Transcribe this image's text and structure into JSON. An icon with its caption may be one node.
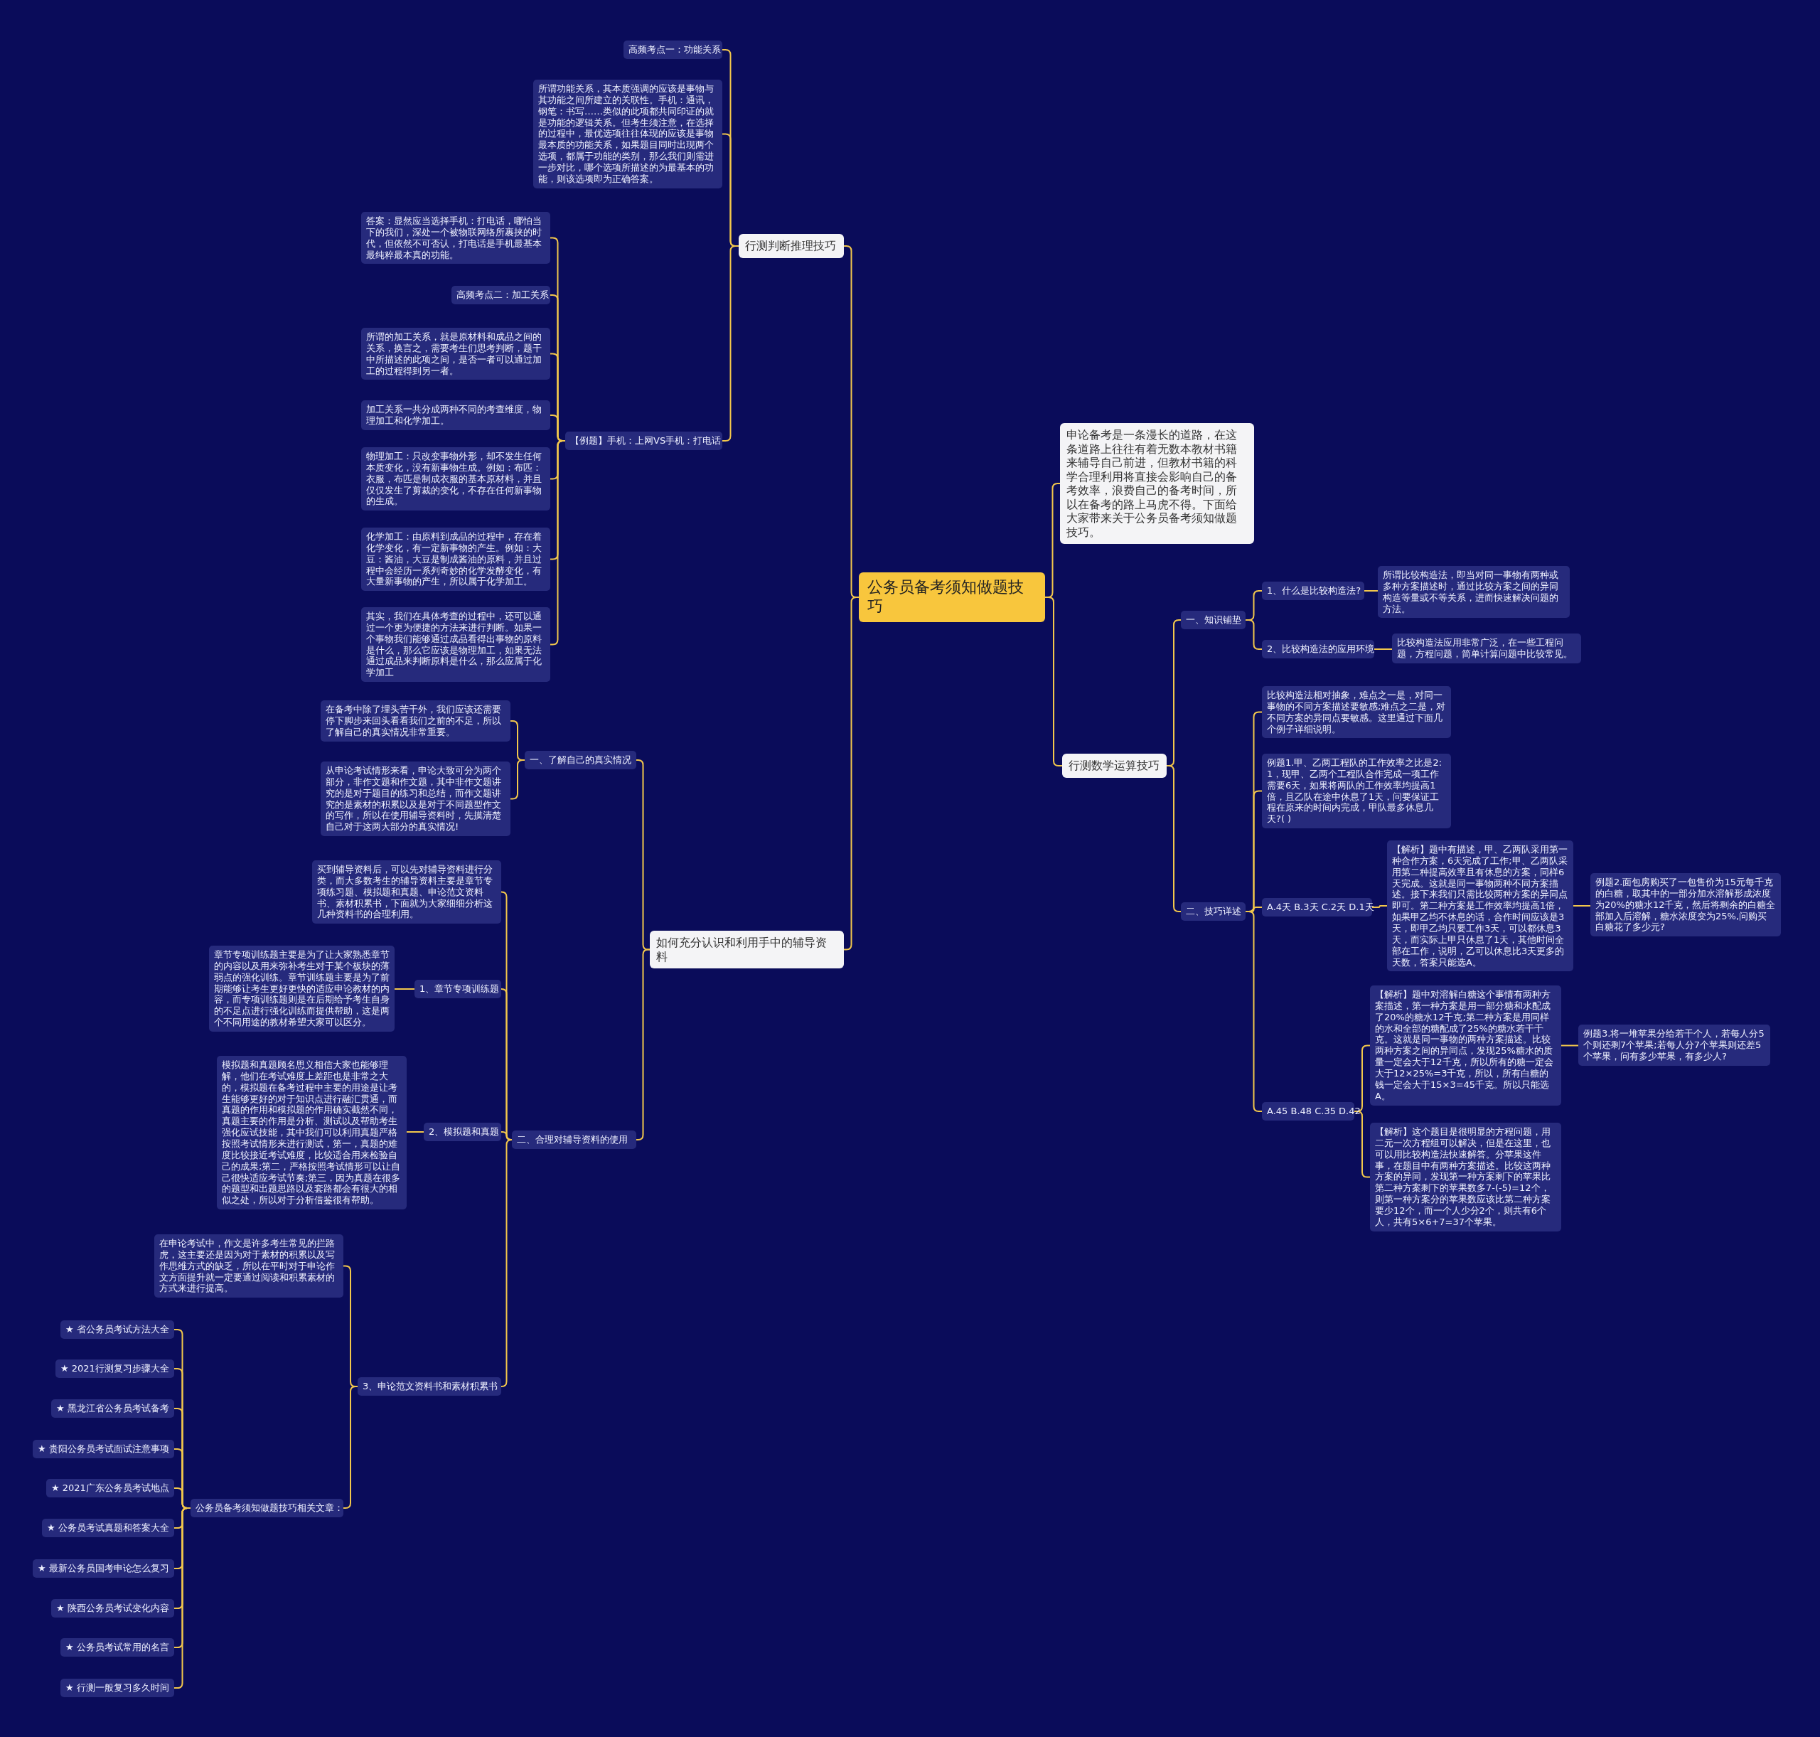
{
  "diagram": {
    "nodes": [
      {
        "text": [
          "公务员备考须知做题技巧"
        ]
      },
      {
        "text": [
          "行测判断推理技巧"
        ]
      },
      {
        "text": [
          "高频考点一：功能关系"
        ]
      },
      {
        "text": [
          "所谓功能关系，其本质强调的应该是事物与其功能之间所建立的关联性。手机：通讯，钢笔：书写……类似的此项都共同印证的就是功能的逻辑关系。但考生须注意，在选择的过程中，最优选项往往体现的应该是事物最本质的功能关系，如果题目同时出现两个选项，都属于功能的类别，那么我们则需进一步对比，哪个选项所描述的为最基本的功能，则该选项即为正确答案。"
        ]
      },
      {
        "text": [
          "【例题】手机：上网VS手机：打电话"
        ]
      },
      {
        "text": [
          "答案：显然应当选择手机：打电话，哪怕当下的我们，深处一个被物联网络所裹挟的时代，但依然不可否认，打电话是手机最基本最纯粹最本真的功能。"
        ]
      },
      {
        "text": [
          "高频考点二：加工关系"
        ]
      },
      {
        "text": [
          "所谓的加工关系，就是原材料和成品之间的关系，换言之，需要考生们思考判断，题干中所描述的此项之间，是否一者可以通过加工的过程得到另一者。"
        ]
      },
      {
        "text": [
          "加工关系一共分成两种不同的考查维度，物理加工和化学加工。"
        ]
      },
      {
        "text": [
          "物理加工：只改变事物外形，却不发生任何本质变化，没有新事物生成。例如：布匹：衣服，布匹是制成衣服的基本原材料，并且仅仅发生了剪裁的变化，不存在任何新事物的生成。"
        ]
      },
      {
        "text": [
          "化学加工：由原料到成品的过程中，存在着化学变化，有一定新事物的产生。例如：大豆：酱油，大豆是制成酱油的原料，并且过程中会经历一系列奇妙的化学发酵变化，有大量新事物的产生，所以属于化学加工。"
        ]
      },
      {
        "text": [
          "其实，我们在具体考查的过程中，还可以通过一个更为便捷的方法来进行判断。如果一个事物我们能够通过成品看得出事物的原料是什么，那么它应该是物理加工，如果无法通过成品来判断原料是什么，那么应属于化学加工"
        ]
      },
      {
        "text": [
          "申论备考是一条漫长的道路，在这条道路上往往有着无数本教材书籍来辅导自己前进，但教材书籍的科学合理利用将直接会影响自己的备考效率，浪费自己的备考时间，所以在备考的路上马虎不得。下面给大家带来关于公务员备考须知做题技巧。"
        ]
      },
      {
        "text": [
          "行测数学运算技巧"
        ]
      },
      {
        "text": [
          "一、知识铺垫"
        ]
      },
      {
        "text": [
          "1、什么是比较构造法?"
        ]
      },
      {
        "text": [
          "所谓比较构造法，即当对同一事物有两种或多种方案描述时，通过比较方案之间的异同构造等量或不等关系，进而快速解决问题的方法。"
        ]
      },
      {
        "text": [
          "2、比较构造法的应用环境"
        ]
      },
      {
        "text": [
          "比较构造法应用非常广泛，在一些工程问题，方程问题，简单计算问题中比较常见。"
        ]
      },
      {
        "text": [
          "二、技巧详述"
        ]
      },
      {
        "text": [
          "比较构造法相对抽象，难点之一是，对同一事物的不同方案描述要敏感;难点之二是，对不同方案的异同点要敏感。这里通过下面几个例子详细说明。"
        ]
      },
      {
        "text": [
          "例题1.甲、乙两工程队的工作效率之比是2:1，现甲、乙两个工程队合作完成一项工作需要6天，如果将两队的工作效率均提高1倍，且乙队在途中休息了1天，问要保证工程在原来的时间内完成，甲队最多休息几天?( )"
        ]
      },
      {
        "text": [
          "A.4天 B.3天 C.2天 D.1天"
        ]
      },
      {
        "text": [
          "【解析】题中有描述，甲、乙两队采用第一种合作方案，6天完成了工作;甲、乙两队采用第二种提高效率且有休息的方案，同样6天完成。这就是同一事物两种不同方案描述。接下来我们只需比较两种方案的异同点即可。第二种方案是工作效率均提高1倍，如果甲乙均不休息的话，合作时间应该是3天，即甲乙均只要工作3天，可以都休息3天，而实际上甲只休息了1天，其他时间全部在工作，说明，乙可以休息比3天更多的天数，答案只能选A。"
        ]
      },
      {
        "text": [
          "例题2.面包房购买了一包售价为15元每千克的白糖，取其中的一部分加水溶解形成浓度为20%的糖水12千克，然后将剩余的白糖全部加入后溶解，糖水浓度变为25%,问购买白糖花了多少元?"
        ]
      },
      {
        "text": [
          "A.45 B.48 C.35 D.42"
        ]
      },
      {
        "text": [
          "【解析】题中对溶解白糖这个事情有两种方案描述，第一种方案是用一部分糖和水配成了20%的糖水12千克;第二种方案是用同样的水和全部的糖配成了25%的糖水若干千克。这就是同一事物的两种方案描述。比较两种方案之间的异同点，发现25%糖水的质量一定会大于12千克，所以所有的糖一定会大于12×25%=3千克，所以，所有白糖的钱一定会大于15×3=45千克。所以只能选A。"
        ]
      },
      {
        "text": [
          "例题3.将一堆苹果分给若干个人，若每人分5个则还剩7个苹果;若每人分7个苹果则还差5个苹果，问有多少苹果，有多少人?"
        ]
      },
      {
        "text": [
          "【解析】这个题目是很明显的方程问题，用二元一次方程组可以解决，但是在这里，也可以用比较构造法快速解答。分苹果这件事，在题目中有两种方案描述。比较这两种方案的异同，发现第一种方案剩下的苹果比第二种方案剩下的苹果数多7-(-5)=12个，则第一种方案分的苹果数应该比第二种方案要少12个，而一个人少分2个，则共有6个人，共有5×6+7=37个苹果。"
        ]
      },
      {
        "text": [
          "如何充分认识和利用手中的辅导资料"
        ]
      },
      {
        "text": [
          "一、了解自己的真实情况"
        ]
      },
      {
        "text": [
          "在备考中除了埋头苦干外，我们应该还需要停下脚步来回头看看我们之前的不足，所以了解自己的真实情况非常重要。"
        ]
      },
      {
        "text": [
          "从申论考试情形来看，申论大致可分为两个部分，非作文题和作文题，其中非作文题讲究的是对于题目的练习和总结，而作文题讲究的是素材的积累以及是对于不同题型作文的写作，所以在使用辅导资料时，先摸清楚自己对于这两大部分的真实情况!"
        ]
      },
      {
        "text": [
          "二、合理对辅导资料的使用"
        ]
      },
      {
        "text": [
          "买到辅导资料后，可以先对辅导资料进行分类，而大多数考生的辅导资料主要是章节专项练习题、模拟题和真题、申论范文资料书、素材积累书，下面就为大家细细分析这几种资料书的合理利用。"
        ]
      },
      {
        "text": [
          "1、章节专项训练题"
        ]
      },
      {
        "text": [
          "章节专项训练题主要是为了让大家熟悉章节的内容以及用来弥补考生对于某个板块的薄弱点的强化训练。章节训练题主要是为了前期能够让考生更好更快的适应申论教材的内容，而专项训练题则是在后期给予考生自身的不足点进行强化训练而提供帮助，这是两个不同用途的教材希望大家可以区分。"
        ]
      },
      {
        "text": [
          "2、模拟题和真题"
        ]
      },
      {
        "text": [
          "模拟题和真题顾名思义相信大家也能够理解，他们在考试难度上差距也是非常之大的，模拟题在备考过程中主要的用途是让考生能够更好的对于知识点进行融汇贯通，而真题的作用和模拟题的作用确实截然不同，真题主要的作用是分析、测试以及帮助考生强化应试技能，其中我们可以利用真题严格按照考试情形来进行测试，第一，真题的难度比较接近考试难度，比较适合用来检验自己的成果;第二，严格按照考试情形可以让自己很快适应考试节奏;第三，因为真题在很多的题型和出题思路以及套路都会有很大的相似之处，所以对于分析借鉴很有帮助。"
        ]
      },
      {
        "text": [
          "3、申论范文资料书和素材积累书"
        ]
      },
      {
        "text": [
          "在申论考试中，作文是许多考生常见的拦路虎，这主要还是因为对于素材的积累以及写作思维方式的缺乏，所以在平时对于申论作文方面提升就一定要通过阅读和积累素材的方式来进行提高。"
        ]
      },
      {
        "text": [
          "公务员备考须知做题技巧相关文章："
        ]
      },
      {
        "text": [
          "★ 省公务员考试方法大全"
        ]
      },
      {
        "text": [
          "★ 2021行测复习步骤大全"
        ]
      },
      {
        "text": [
          "★ 黑龙江省公务员考试备考"
        ]
      },
      {
        "text": [
          "★ 贵阳公务员考试面试注意事项"
        ]
      },
      {
        "text": [
          "★ 2021广东公务员考试地点"
        ]
      },
      {
        "text": [
          "★ 公务员考试真题和答案大全"
        ]
      },
      {
        "text": [
          "★ 最新公务员国考申论怎么复习"
        ]
      },
      {
        "text": [
          "★ 陕西公务员考试变化内容"
        ]
      },
      {
        "text": [
          "★ 公务员考试常用的名言"
        ]
      },
      {
        "text": [
          "★ 行测一般复习多久时间"
        ]
      }
    ],
    "edges": [
      {
        "from": 0,
        "to": 1,
        "arrow": "none"
      },
      {
        "from": 1,
        "to": 2,
        "arrow": "none"
      },
      {
        "from": 1,
        "to": 3,
        "arrow": "none"
      },
      {
        "from": 1,
        "to": 4,
        "arrow": "none"
      },
      {
        "from": 4,
        "to": 5,
        "arrow": "none"
      },
      {
        "from": 4,
        "to": 6,
        "arrow": "none"
      },
      {
        "from": 4,
        "to": 7,
        "arrow": "none"
      },
      {
        "from": 4,
        "to": 8,
        "arrow": "none"
      },
      {
        "from": 4,
        "to": 9,
        "arrow": "none"
      },
      {
        "from": 4,
        "to": 10,
        "arrow": "none"
      },
      {
        "from": 4,
        "to": 11,
        "arrow": "none"
      },
      {
        "from": 0,
        "to": 12,
        "arrow": "none"
      },
      {
        "from": 0,
        "to": 13,
        "arrow": "none"
      },
      {
        "from": 13,
        "to": 14,
        "arrow": "none"
      },
      {
        "from": 14,
        "to": 15,
        "arrow": "none"
      },
      {
        "from": 15,
        "to": 16,
        "arrow": "none"
      },
      {
        "from": 14,
        "to": 17,
        "arrow": "none"
      },
      {
        "from": 17,
        "to": 18,
        "arrow": "none"
      },
      {
        "from": 13,
        "to": 19,
        "arrow": "none"
      },
      {
        "from": 19,
        "to": 20,
        "arrow": "none"
      },
      {
        "from": 19,
        "to": 21,
        "arrow": "none"
      },
      {
        "from": 19,
        "to": 22,
        "arrow": "none"
      },
      {
        "from": 22,
        "to": 23,
        "arrow": "none"
      },
      {
        "from": 23,
        "to": 24,
        "arrow": "none"
      },
      {
        "from": 19,
        "to": 25,
        "arrow": "none"
      },
      {
        "from": 25,
        "to": 26,
        "arrow": "none"
      },
      {
        "from": 26,
        "to": 27,
        "arrow": "none"
      },
      {
        "from": 25,
        "to": 28,
        "arrow": "none"
      },
      {
        "from": 0,
        "to": 29,
        "arrow": "none"
      },
      {
        "from": 29,
        "to": 30,
        "arrow": "none"
      },
      {
        "from": 30,
        "to": 31,
        "arrow": "none"
      },
      {
        "from": 30,
        "to": 32,
        "arrow": "none"
      },
      {
        "from": 29,
        "to": 33,
        "arrow": "none"
      },
      {
        "from": 33,
        "to": 34,
        "arrow": "none"
      },
      {
        "from": 33,
        "to": 35,
        "arrow": "none"
      },
      {
        "from": 35,
        "to": 36,
        "arrow": "none"
      },
      {
        "from": 33,
        "to": 37,
        "arrow": "none"
      },
      {
        "from": 37,
        "to": 38,
        "arrow": "none"
      },
      {
        "from": 33,
        "to": 39,
        "arrow": "none"
      },
      {
        "from": 39,
        "to": 40,
        "arrow": "none"
      },
      {
        "from": 39,
        "to": 41,
        "arrow": "none"
      },
      {
        "from": 41,
        "to": 42,
        "arrow": "none"
      },
      {
        "from": 41,
        "to": 43,
        "arrow": "none"
      },
      {
        "from": 41,
        "to": 44,
        "arrow": "none"
      },
      {
        "from": 41,
        "to": 45,
        "arrow": "none"
      },
      {
        "from": 41,
        "to": 46,
        "arrow": "none"
      },
      {
        "from": 41,
        "to": 47,
        "arrow": "none"
      },
      {
        "from": 41,
        "to": 48,
        "arrow": "none"
      },
      {
        "from": 41,
        "to": 49,
        "arrow": "none"
      },
      {
        "from": 41,
        "to": 50,
        "arrow": "none"
      },
      {
        "from": 41,
        "to": 51,
        "arrow": "none"
      }
    ]
  }
}
